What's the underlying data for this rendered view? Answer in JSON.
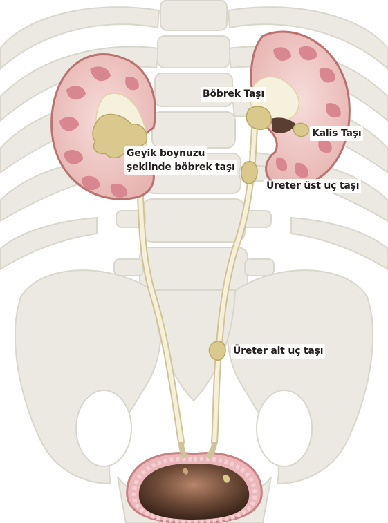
{
  "labels": {
    "bobrek_tasi": "Böbrek Taşı",
    "kalis_tasi": "Kalis Taşı",
    "geyik_boynuzu_line1": "Geyik boynuzu",
    "geyik_boynuzu_line2": "şeklinde böbrek taşı",
    "ureter_ust": "Üreter üst uç taşı",
    "ureter_alt": "Üreter alt uç taşı"
  },
  "colors": {
    "bone": "#e8e6df",
    "bone_outline": "#d6d3ca",
    "kidney_cortex": "#f1cfcd",
    "kidney_outline": "#c98b88",
    "medulla": "#d98a93",
    "pelvis": "#f6f1dc",
    "stone": "#d8c98a",
    "ureter": "#f0ead0",
    "bladder_wall": "#eab3b6",
    "bladder_interior": "#6b4a3a"
  }
}
